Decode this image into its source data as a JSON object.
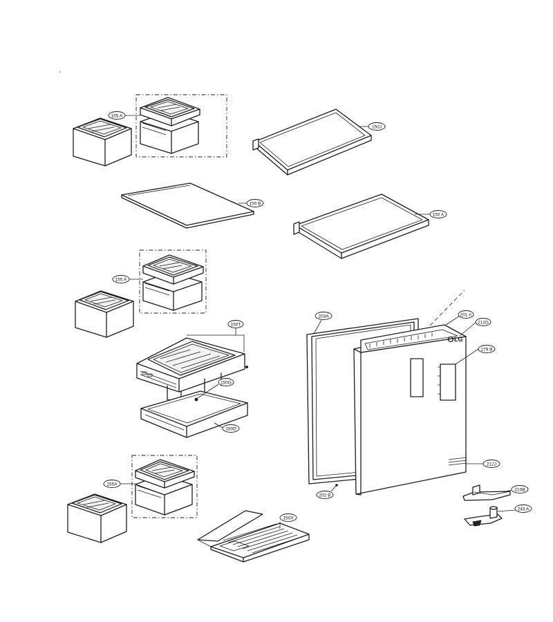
{
  "callouts": {
    "c155a_top": "155 A",
    "c150j": "150J",
    "c150b": "150 B",
    "c150a": "150 A",
    "c155a_mid": "155 A",
    "c150t": "150T",
    "c150g": "150G",
    "c150d": "150D",
    "c203a": "203A",
    "c201a": "201 A",
    "c212g": "212G",
    "c279b": "279 B",
    "c212j": "212J",
    "c202b": "202 B",
    "c210b": "210B",
    "c243a": "243 A",
    "c155a_bot": "155A",
    "c150x": "150X"
  },
  "logo_text": "LG",
  "colors": {
    "line": "#1a1a1a",
    "background": "#ffffff"
  }
}
